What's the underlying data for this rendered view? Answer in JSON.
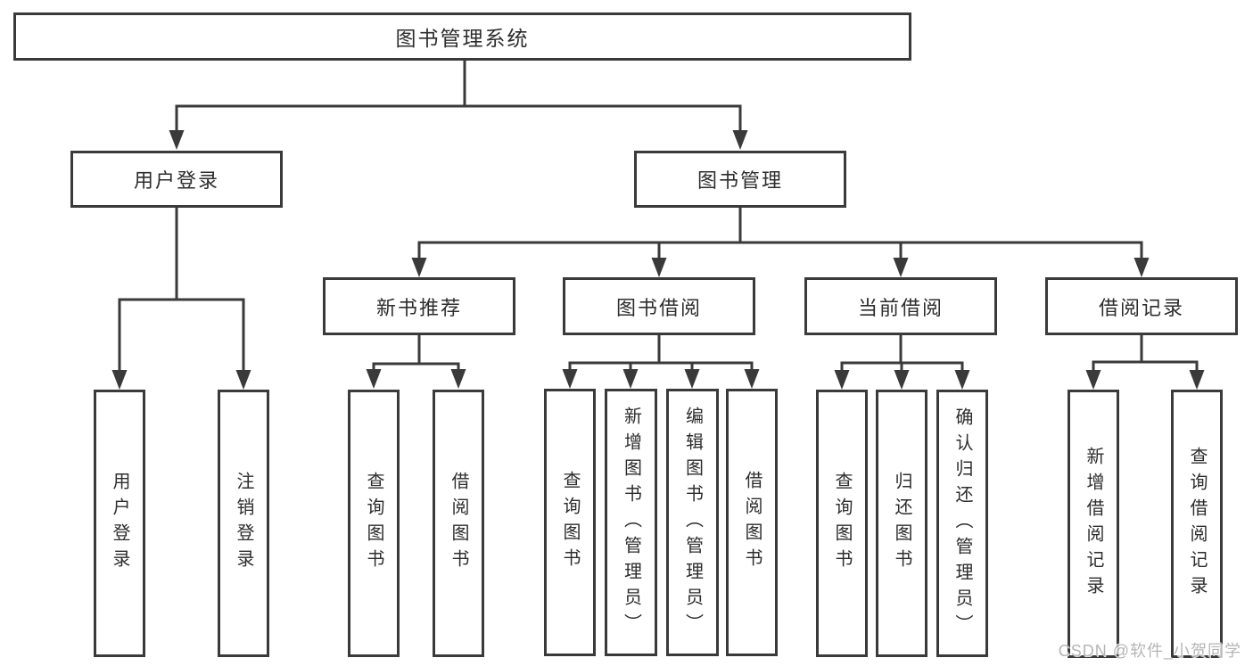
{
  "diagram_type": "hierarchy-tree",
  "colors": {
    "line": "#3a3a3a",
    "box_border": "#3a3a3a",
    "box_background": "#ffffff",
    "text": "#2d2d2d",
    "watermark": "#b5b5b5"
  },
  "watermark": {
    "text": "CSDN @软件_小贺同学"
  },
  "tree": {
    "label": "图书管理系统",
    "children": [
      {
        "label": "用户登录",
        "children": [
          {
            "label": "用户登录"
          },
          {
            "label": "注销登录"
          }
        ]
      },
      {
        "label": "图书管理",
        "children": [
          {
            "label": "新书推荐",
            "children": [
              {
                "label": "查询图书"
              },
              {
                "label": "借阅图书"
              }
            ]
          },
          {
            "label": "图书借阅",
            "children": [
              {
                "label": "查询图书"
              },
              {
                "label": "新增图书（管理员）"
              },
              {
                "label": "编辑图书（管理员）"
              },
              {
                "label": "借阅图书"
              }
            ]
          },
          {
            "label": "当前借阅",
            "children": [
              {
                "label": "查询图书"
              },
              {
                "label": "归还图书"
              },
              {
                "label": "确认归还（管理员）"
              }
            ]
          },
          {
            "label": "借阅记录",
            "children": [
              {
                "label": "新增借阅记录"
              },
              {
                "label": "查询借阅记录"
              }
            ]
          }
        ]
      }
    ]
  }
}
